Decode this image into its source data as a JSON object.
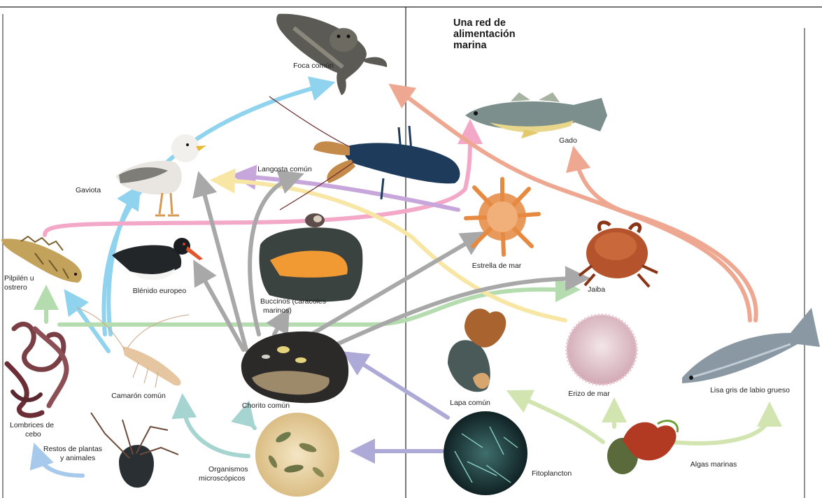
{
  "title": {
    "line1": "Una red de",
    "line2": "alimentación",
    "line3": "marina"
  },
  "labels": {
    "foca": "Foca común",
    "gado": "Gado",
    "langosta": "Langosta común",
    "gaviota": "Gaviota",
    "pilpilen_1": "Pilpilén u",
    "pilpilen_2": "ostrero",
    "blenido": "Blénido europeo",
    "buccinos_1": "Buccinos (caracoles",
    "buccinos_2": "marinos)",
    "estrella": "Estrella de mar",
    "jaiba": "Jaiba",
    "camaron": "Camarón común",
    "chorito": "Chorito común",
    "lapa": "Lapa común",
    "erizo": "Erizo de mar",
    "lisa": "Lisa gris de labio grueso",
    "lombrices_1": "Lombrices de",
    "lombrices_2": "cebo",
    "restos_1": "Restos de plantas",
    "restos_2": "y animales",
    "organismos_1": "Organismos",
    "organismos_2": "microscópicos",
    "fitoplancton": "Fitoplancton",
    "algas": "Algas marinas"
  },
  "colors": {
    "blue": "#8fd3ee",
    "pink": "#f3a8c8",
    "salmon": "#eea892",
    "purple": "#c7a6dc",
    "yellow": "#f7e6a4",
    "grey": "#a8a8a8",
    "green": "#b5dcae",
    "violet": "#aeaad8",
    "teal": "#a6d4d0",
    "lightgreen": "#d2e4b0",
    "paleblue": "#a7c9ec"
  }
}
